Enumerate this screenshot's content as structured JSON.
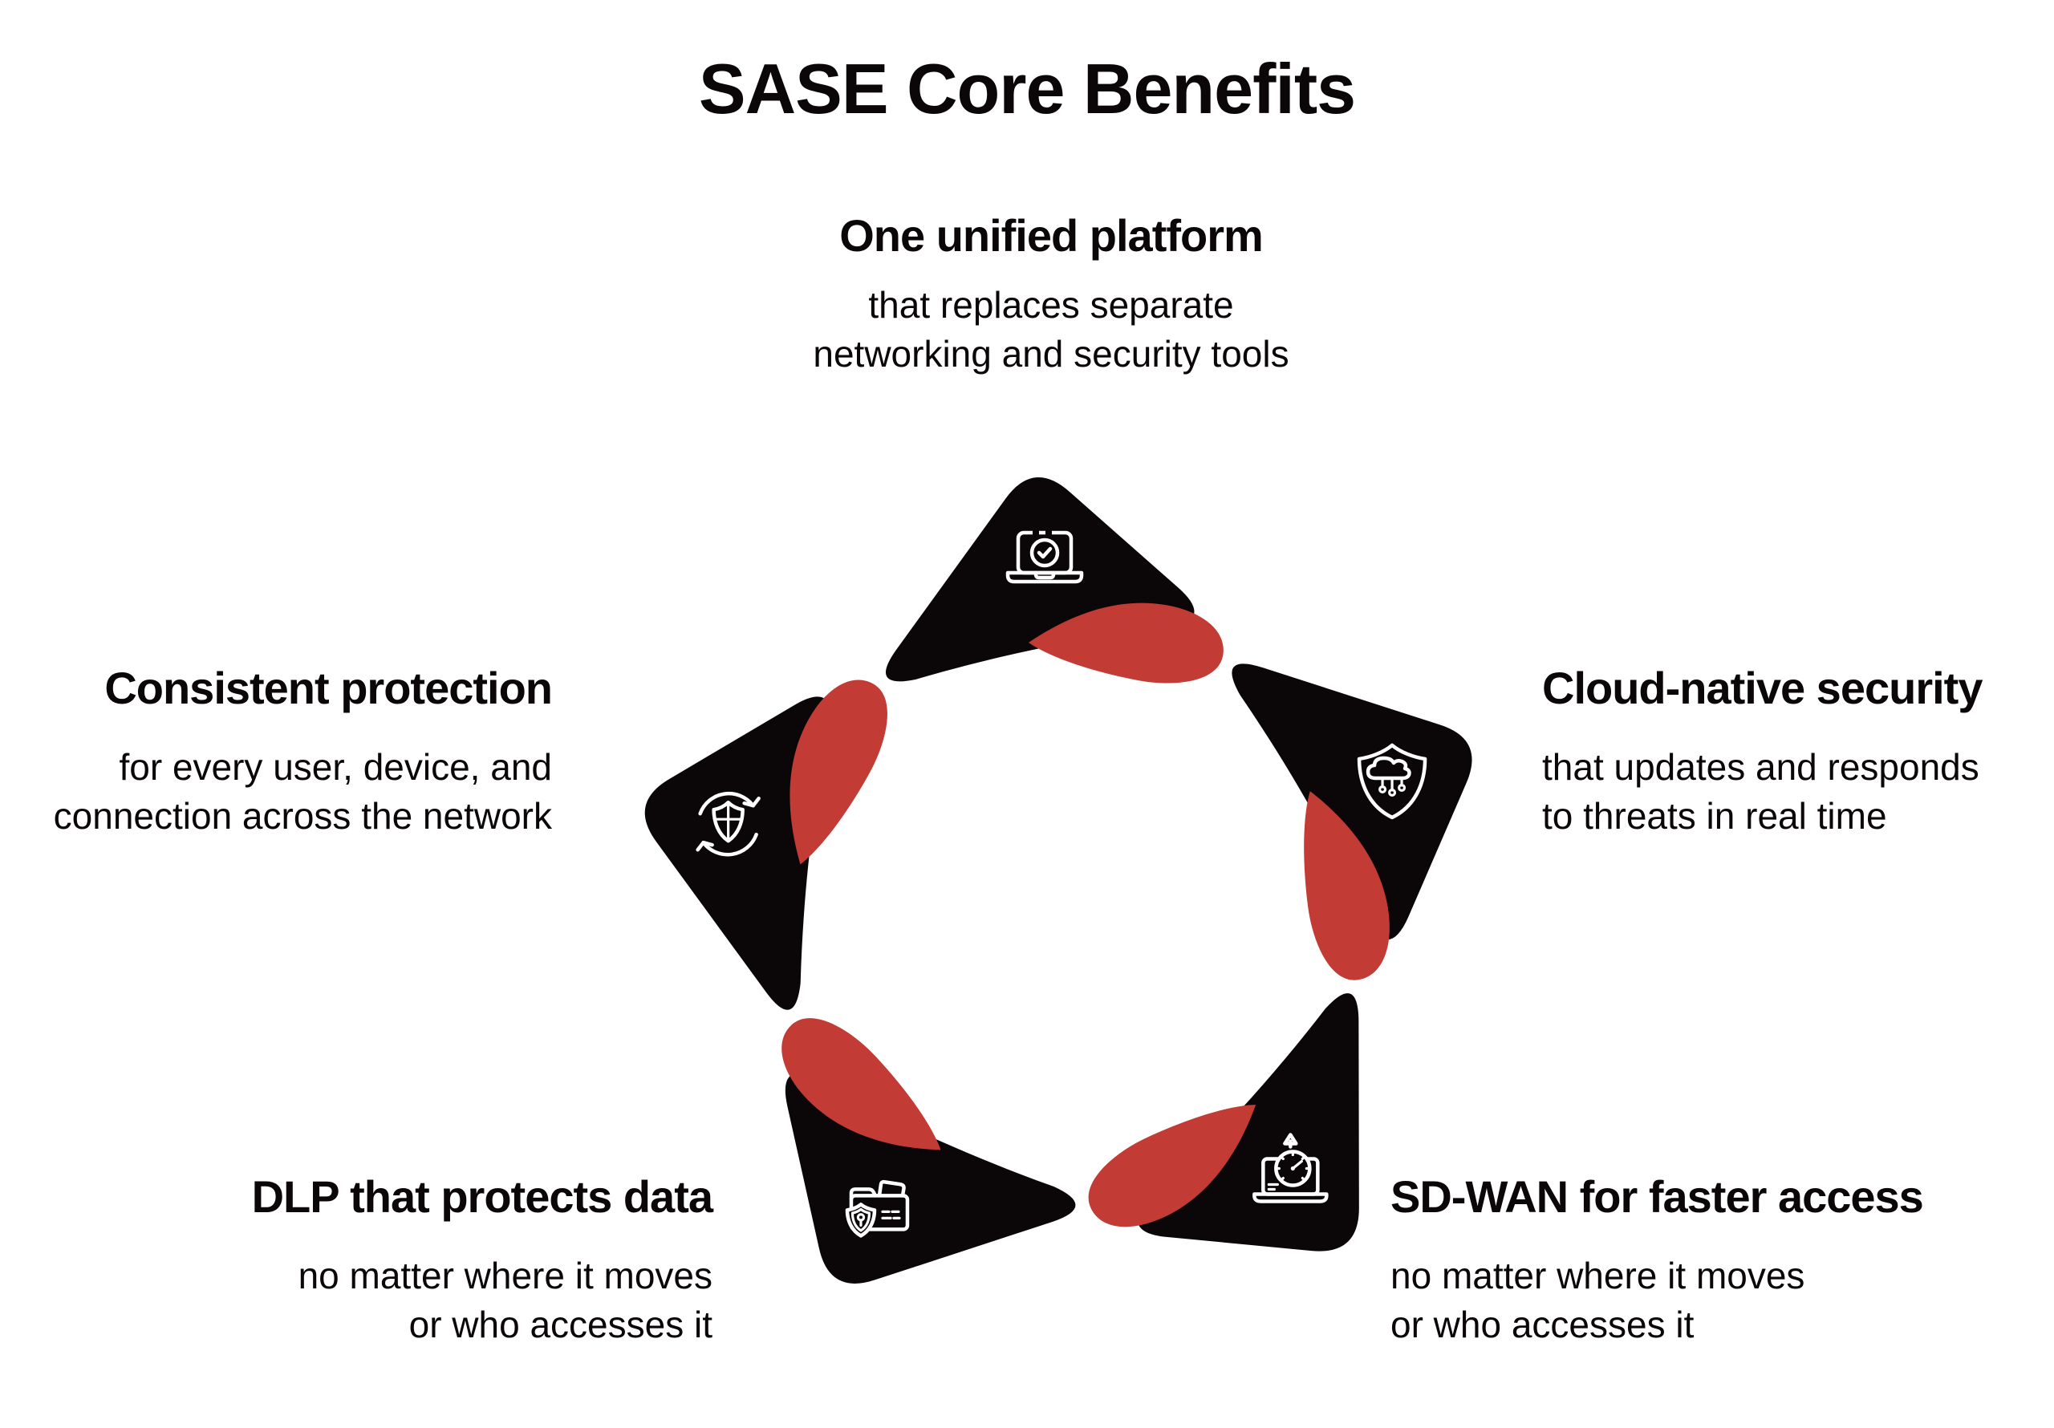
{
  "title": "SASE Core Benefits",
  "colors": {
    "bg": "#FFFFFF",
    "petal": "#0B0708",
    "accent": "#C23B34",
    "icon": "#FFFFFF",
    "text": "#0B0708"
  },
  "benefits": [
    {
      "position": "top",
      "icon": "laptop-check-icon",
      "heading": "One unified platform",
      "body_lines": [
        "that replaces separate",
        "networking and security tools"
      ]
    },
    {
      "position": "right",
      "icon": "shield-cloud-icon",
      "heading": "Cloud-native security",
      "body_lines": [
        "that updates and responds",
        "to threats in real time"
      ]
    },
    {
      "position": "bottom-right",
      "icon": "laptop-speedometer-icon",
      "heading": "SD-WAN for faster access",
      "body_lines": [
        "no matter where it moves",
        "or who accesses it"
      ]
    },
    {
      "position": "bottom-left",
      "icon": "folder-shield-icon",
      "heading": "DLP that protects data",
      "body_lines": [
        "no matter where it moves",
        "or who accesses it"
      ]
    },
    {
      "position": "left",
      "icon": "shield-sync-icon",
      "heading": "Consistent protection",
      "body_lines": [
        "for every user, device, and",
        "connection across the network"
      ]
    }
  ]
}
